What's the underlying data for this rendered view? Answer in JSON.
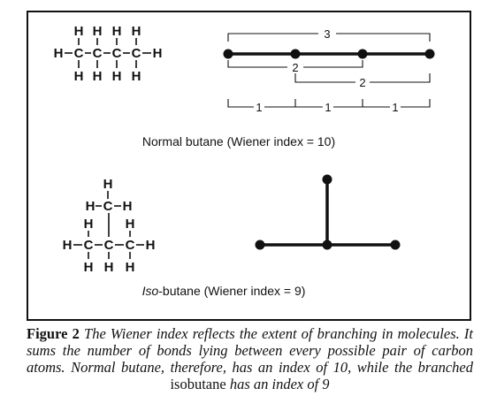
{
  "normal_butane": {
    "formula_rows": [
      [
        "H",
        "H",
        "H",
        "H"
      ],
      [
        "H",
        "C",
        "C",
        "C",
        "C",
        "H"
      ],
      [
        "H",
        "H",
        "H",
        "H"
      ]
    ],
    "path_labels": [
      "3",
      "2",
      "2",
      "1",
      "1",
      "1"
    ],
    "caption": "Normal butane (Wiener index = 10)"
  },
  "isobutane": {
    "atoms": {
      "top_h": "H",
      "upper_c_left_h": "H",
      "upper_c": "C",
      "upper_c_right_h": "H",
      "mid_h_left": "H",
      "mid_h_right": "H",
      "main_left_h": "H",
      "main_c1": "C",
      "main_c2": "C",
      "main_c3": "C",
      "main_right_h": "H",
      "bottom_h1": "H",
      "bottom_h2": "H",
      "bottom_h3": "H"
    },
    "caption_prefix": "Iso",
    "caption_rest": "-butane (Wiener index = 9)"
  },
  "figure_caption": {
    "label": "Figure 2",
    "text_1": " The Wiener index reflects the extent of branching in molecules. It sums the number of bonds lying between every possible pair of carbon atoms. Normal butane, therefore, has an index of 10, while the branched ",
    "text_upright": "isobutane",
    "text_2": " has an index of 9"
  },
  "colors": {
    "ink": "#111111",
    "background": "#ffffff"
  }
}
